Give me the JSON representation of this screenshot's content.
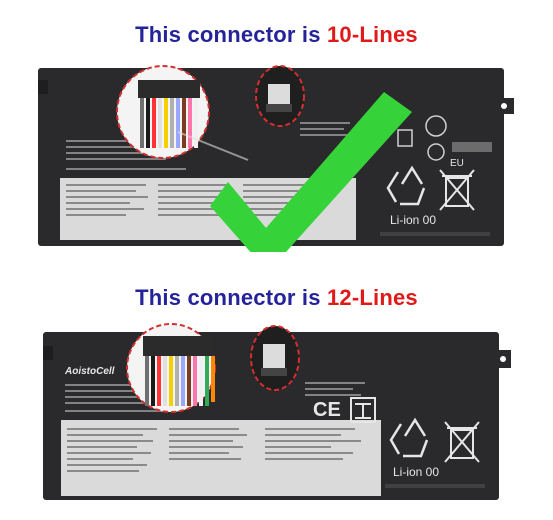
{
  "headings": {
    "top": {
      "prefix": "This connector is ",
      "highlight": "10-Lines"
    },
    "bottom": {
      "prefix": "This connector is ",
      "highlight": "12-Lines"
    }
  },
  "colors": {
    "heading_text": "#24239a",
    "highlight": "#e01919",
    "battery_body": "#2a2a2c",
    "label_panel": "#dadada",
    "checkmark": "#36d23a",
    "callout_ring": "#d32f2f"
  },
  "battery_top": {
    "markings": [
      "Li-ion 00",
      "EU"
    ],
    "icons": [
      "recycle-icon",
      "crossed-bin-icon",
      "ce-mark-icon",
      "checkmark-icon"
    ]
  },
  "battery_bottom": {
    "brand": "AoistoCell",
    "markings": [
      "CE",
      "Li-ion 00"
    ],
    "icons": [
      "recycle-icon",
      "crossed-bin-icon",
      "china-rohs-icon"
    ]
  }
}
